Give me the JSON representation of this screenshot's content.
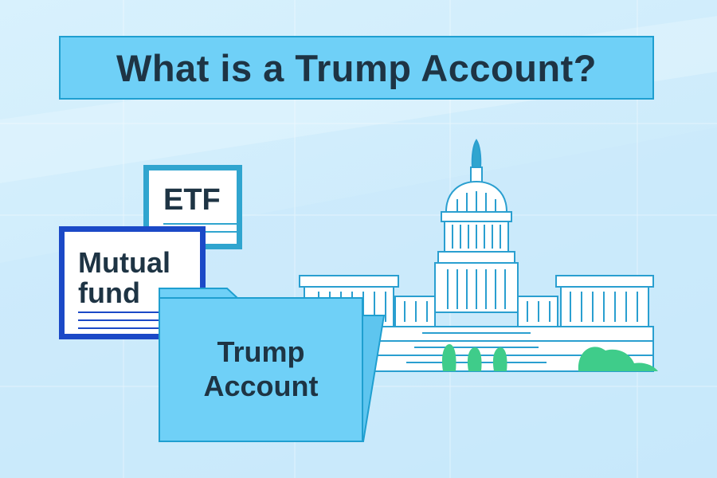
{
  "title": "What is a Trump Account?",
  "cards": {
    "etf": {
      "label": "ETF"
    },
    "mutual_fund": {
      "label_line1": "Mutual",
      "label_line2": "fund"
    },
    "trump_account": {
      "label_line1": "Trump",
      "label_line2": "Account"
    }
  },
  "colors": {
    "background": "#d3eefc",
    "banner_fill": "#6fd0f7",
    "banner_border": "#1f9fd0",
    "text_dark": "#1e3444",
    "etf_border": "#30a5cf",
    "mutual_border": "#1b49c7",
    "folder_fill": "#6fd0f7",
    "capitol_line": "#2a9fd0",
    "tree_green": "#3fcc8a"
  },
  "icons": [
    "capitol-building-icon",
    "folder-icon",
    "document-icon",
    "tree-icon"
  ]
}
